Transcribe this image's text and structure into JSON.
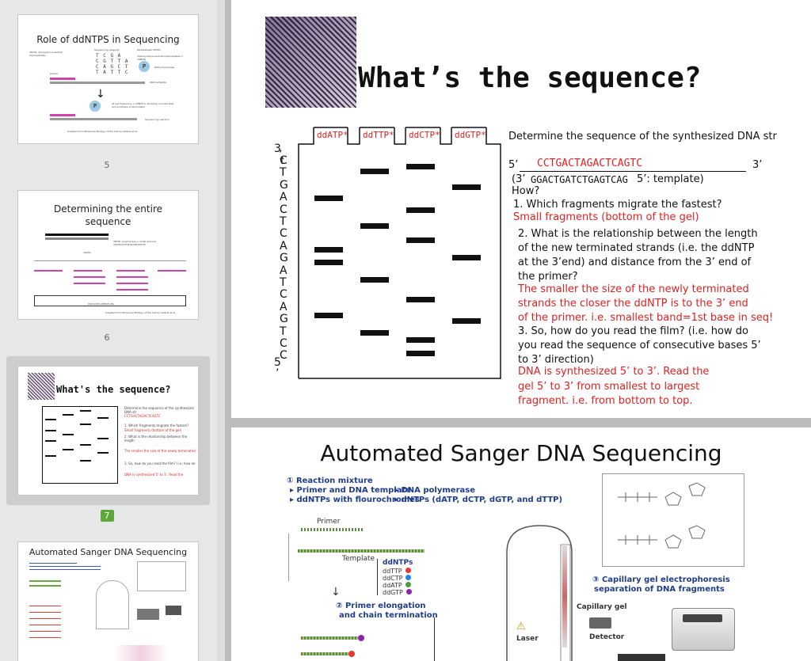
{
  "thumbnails": [
    {
      "num": "5",
      "title": "Role of ddNTPS in Sequencing",
      "credit": "Adapted from Molecular Biology of the Cell by Alberts et al.",
      "labels": [
        "dNTPs: deoxyribonucleotide triphosphates",
        "Sequencing reagents",
        "Radiolabeled dNTPs",
        "dideoxyribonucleotide triphosphates = ddNTPs",
        "DNA polymerase",
        "primer",
        "DNA template",
        "At low frequency, a ddNTP is randomly incorporated and synthesis is terminated",
        "Sequencing reaction"
      ]
    },
    {
      "num": "6",
      "title_lines": [
        "Determining the entire",
        "sequence"
      ],
      "labels": [
        "dNTPs, polymerase + small amount ddATP/ddTTP/ddGTP/ddCTP",
        "ssDNA",
        "POLYACRYLAMIDE GEL"
      ],
      "credit": "Adapted from Molecular Biology of the Cell by Alberts et al."
    },
    {
      "num": "7",
      "title": "What's the sequence?",
      "selected": true
    },
    {
      "num": "",
      "title": "Automated Sanger DNA Sequencing"
    }
  ],
  "slideA": {
    "title": "What’s the sequence?",
    "lanes": [
      "ddATP*",
      "ddTTP*",
      "ddCTP*",
      "ddGTP*"
    ],
    "top_label": "3",
    "top_tick": "’",
    "bottom_label": "5",
    "bottom_tick": "’",
    "sequence_letters": [
      "C",
      "T",
      "G",
      "A",
      "C",
      "T",
      "C",
      "A",
      "G",
      "A",
      "T",
      "C",
      "A",
      "G",
      "T",
      "C",
      "C"
    ],
    "prompt": "Determine the sequence of the synthesized DNA str",
    "strand_5": "5’",
    "strand_seq": "CCTGACTAGACTCAGTC",
    "strand_3": "3’",
    "template_prefix": "(3’",
    "template_seq": "GGACTGATCTGAGTCAG",
    "template_suffix": "5’: template)",
    "how": "How?",
    "q1": "1. Which fragments migrate the fastest?",
    "a1": "Small fragments (bottom of the gel)",
    "q2": [
      "2. What is the relationship between the length",
      "of the new terminated strands (i.e. the ddNTP",
      "at the 3’end) and distance from the 3’ end of",
      "the primer?"
    ],
    "a2": [
      "The smaller the size of the newly terminated",
      "strands the closer the ddNTP is to the 3’ end",
      "of the primer. i.e. smallest band=1st base in seq!"
    ],
    "q3": [
      "3. So, how do you read the film? (i.e. how do",
      "you read the sequence of consecutive bases 5’",
      "to 3’ direction)"
    ],
    "a3": [
      "DNA is synthesized 5’ to 3’. Read the",
      "gel 5’ to 3’ from smallest to largest",
      "fragment. i.e. from bottom to top."
    ]
  },
  "slideB": {
    "title": "Automated Sanger DNA Sequencing",
    "step1": "① Reaction mixture",
    "bullets": [
      "▸ Primer and DNA template",
      "▸ DNA polymerase",
      "▸ ddNTPs with flourochromes",
      "▸ dNTPs (dATP, dCTP, dGTP, and dTTP)"
    ],
    "primer": "Primer",
    "template": "Template",
    "ddntps_hd": "ddNTPs",
    "ddntps": [
      "ddTTP",
      "ddCTP",
      "ddATP",
      "ddGTP"
    ],
    "ddntp_colors": [
      "#e53935",
      "#1e88e5",
      "#43a047",
      "#8e24aa"
    ],
    "step2": [
      "② Primer elongation",
      "and chain termination"
    ],
    "step3": [
      "③ Capillary gel electrophoresis",
      "separation of DNA fragments"
    ],
    "capillary": "Capillary gel",
    "laser": "Laser",
    "detector": "Detector"
  }
}
